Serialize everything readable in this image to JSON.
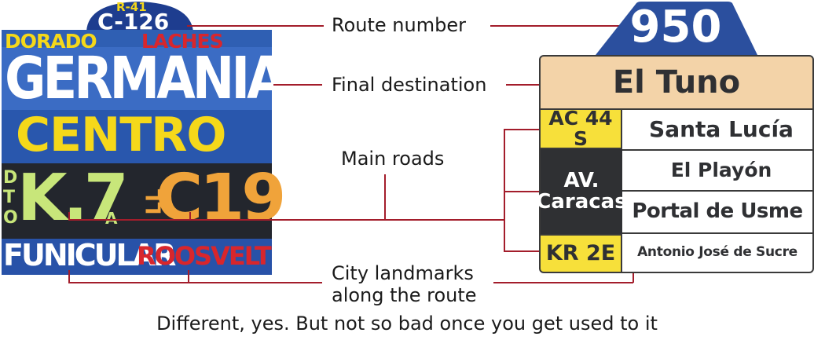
{
  "old_sign": {
    "top_small": "R-41",
    "route_number": "C-126",
    "line1_left": "DORADO",
    "line1_right": "LACHES",
    "destination": "GERMANIA",
    "line3": "CENTRO",
    "vertical_text": "DTO",
    "road_left": "K.7",
    "road_small": "A",
    "road_right_letters": "LL",
    "road_right": "C19",
    "bottom_left": "FUNICULAR",
    "bottom_right": "ROOSVELT",
    "colors": {
      "sky_blue": "#2f5fb3",
      "white_panel": "#f4f4f4",
      "yellow": "#f5d81a",
      "dark_panel": "#2b2d33",
      "green_text": "#c8e67a",
      "orange_text": "#f0a33a",
      "red_text": "#d8262c",
      "crest_blue": "#1e3d8f"
    }
  },
  "labels": {
    "route_number": "Route number",
    "final_destination": "Final destination",
    "main_roads": "Main roads",
    "landmarks_line1": "City landmarks",
    "landmarks_line2": "along the route"
  },
  "caption": "Different, yes. But not so bad once you get used to it",
  "new_sign": {
    "route_number": "950",
    "destination": "El Tuno",
    "roads": [
      "AC 44 S",
      "AV.",
      "Caracas",
      "KR 2E"
    ],
    "landmarks": [
      "Santa Lucía",
      "El Playón",
      "Portal de Usme",
      "Antonio José de Sucre"
    ],
    "colors": {
      "route_blue": "#2b4f9e",
      "destination_beige": "#f3d3a8",
      "road_yellow": "#f7e03a",
      "road_dark": "#2f3033",
      "landmark_bg": "#ffffff",
      "border": "#3a3a3a",
      "leader_line": "#a31d2b"
    }
  }
}
